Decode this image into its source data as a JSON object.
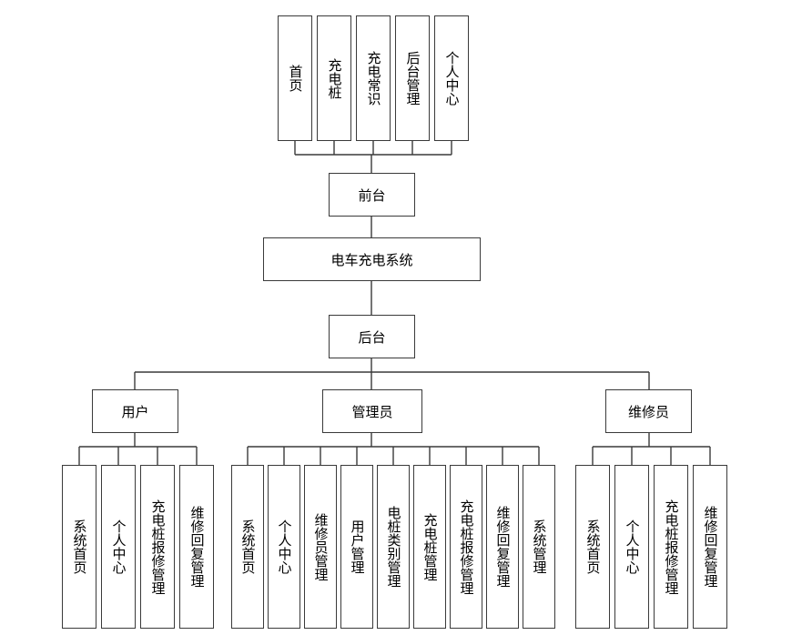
{
  "front": {
    "modules": [
      "首页",
      "充电桩",
      "充电常识",
      "后台管理",
      "个人中心"
    ],
    "label": "前台"
  },
  "root": "电车充电系统",
  "back": {
    "label": "后台",
    "roles": [
      {
        "name": "用户",
        "modules": [
          "系统首页",
          "个人中心",
          "充电桩报修管理",
          "维修回复管理"
        ]
      },
      {
        "name": "管理员",
        "modules": [
          "系统首页",
          "个人中心",
          "维修员管理",
          "用户管理",
          "电桩类别管理",
          "充电桩管理",
          "充电桩报修管理",
          "维修回复管理",
          "系统管理"
        ]
      },
      {
        "name": "维修员",
        "modules": [
          "系统首页",
          "个人中心",
          "充电桩报修管理",
          "维修回复管理"
        ]
      }
    ]
  }
}
